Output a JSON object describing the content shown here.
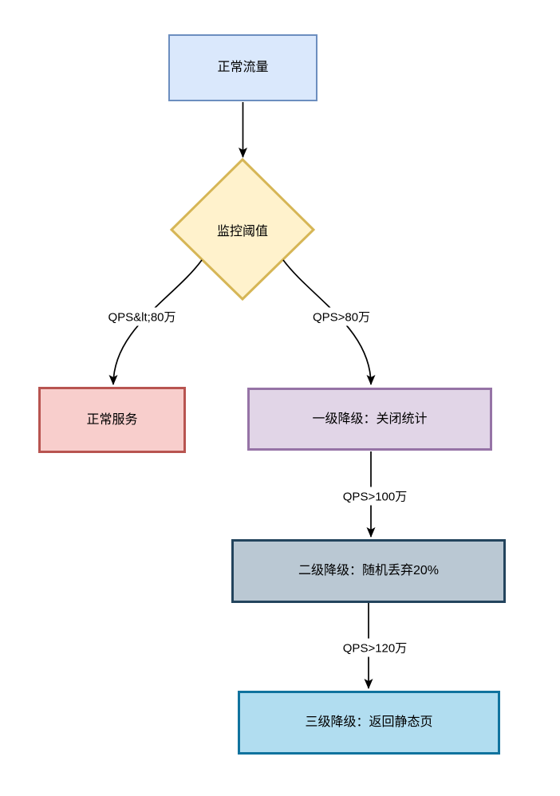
{
  "canvas": {
    "background": "#ffffff",
    "text_color": "#000000"
  },
  "nodes": {
    "normal_traffic": {
      "label": "正常流量",
      "fill": "#dae8fc",
      "stroke": "#6c8ebf"
    },
    "monitor_threshold": {
      "label": "监控阈值",
      "fill": "#fff2cc",
      "stroke": "#d6b656"
    },
    "normal_service": {
      "label": "正常服务",
      "fill": "#f8cecc",
      "stroke": "#b85450"
    },
    "level1_degrade": {
      "label": "一级降级：关闭统计",
      "fill": "#e1d5e7",
      "stroke": "#9673a6"
    },
    "level2_degrade": {
      "label": "二级降级：随机丢弃20%",
      "fill": "#bac8d3",
      "stroke": "#23445d"
    },
    "level3_degrade": {
      "label": "三级降级：返回静态页",
      "fill": "#b1ddf0",
      "stroke": "#10739e"
    }
  },
  "edge_labels": {
    "qps_lt_80w": "QPS&lt;80万",
    "qps_gt_80w": "QPS>80万",
    "qps_gt_100w": "QPS>100万",
    "qps_gt_120w": "QPS>120万"
  },
  "edge_style": {
    "stroke": "#000000",
    "arrow_fill": "#000000"
  }
}
